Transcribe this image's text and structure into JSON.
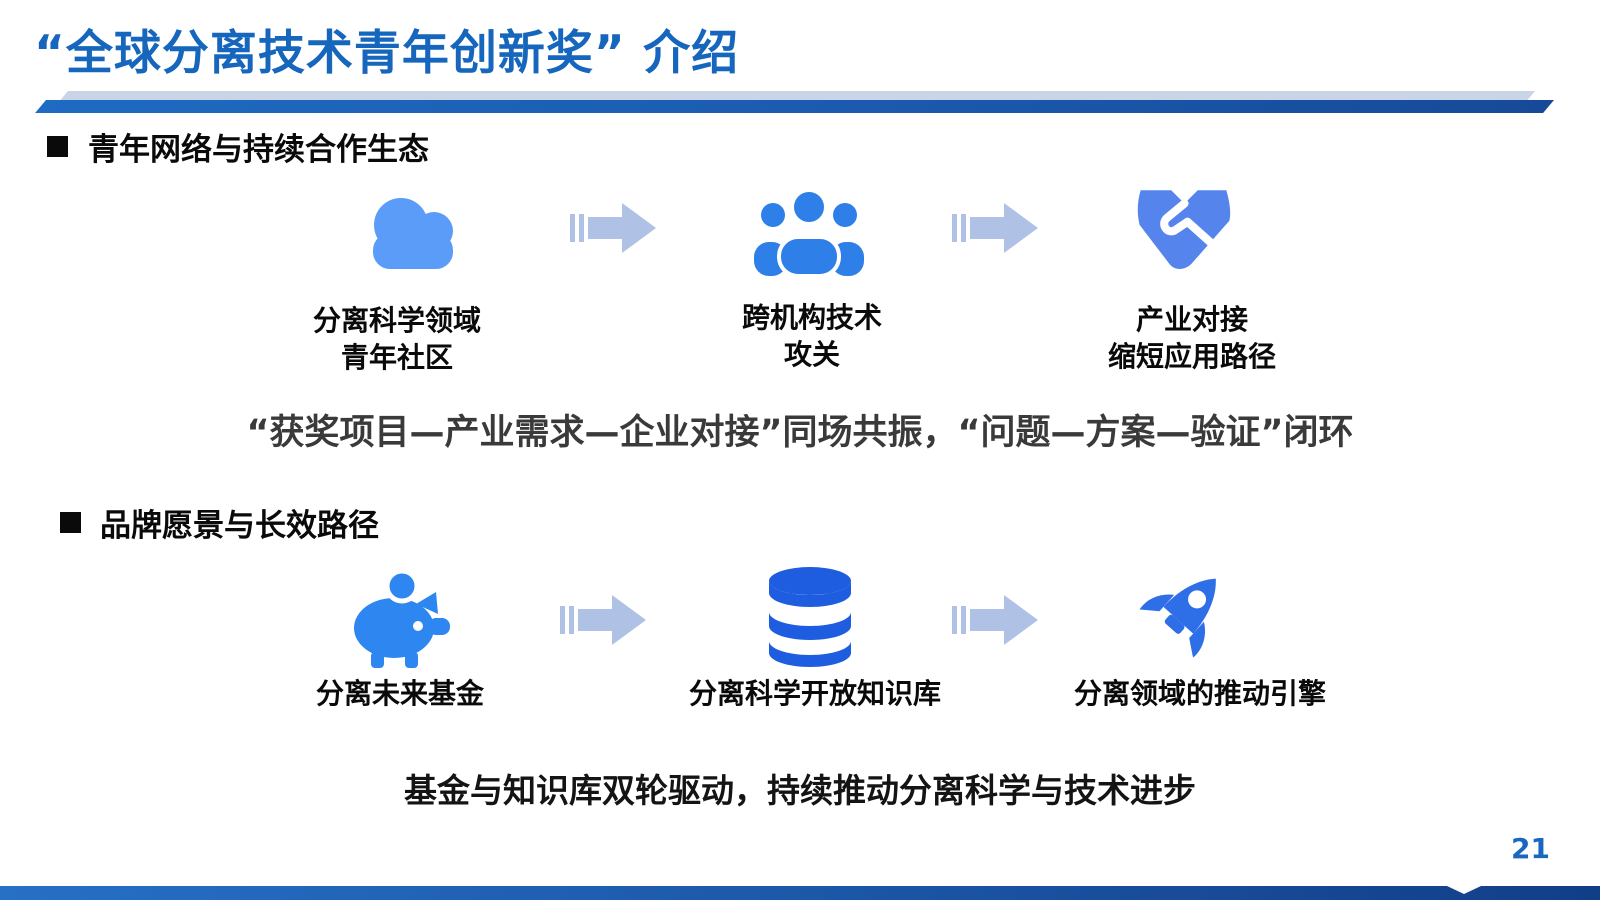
{
  "page": {
    "title": "“全球分离技术青年创新奖” 介绍",
    "page_number": "21"
  },
  "colors": {
    "title_blue": "#1566BC",
    "underline_light": "#C9D5E7",
    "underline_blue": "#1B5AAE",
    "cloud_icon_blue": "#5B9CF9",
    "people_icon_blue": "#2E7FE8",
    "handshake_icon_blue": "#5585EC",
    "piggy_icon_blue": "#2E86F0",
    "database_icon_blue": "#1E5CE0",
    "rocket_icon_blue": "#2E6FE8",
    "arrow_blue": "#AFC2E6",
    "footer_blue": "#123E88",
    "summary_text": "#3a3a3a"
  },
  "sections": [
    {
      "heading": "青年网络与持续合作生态",
      "steps": [
        {
          "icon": "cloud-icon",
          "label_lines": [
            "分离科学领域",
            "青年社区"
          ]
        },
        {
          "icon": "people-icon",
          "label_lines": [
            "跨机构技术",
            "攻关"
          ]
        },
        {
          "icon": "handshake-icon",
          "label_lines": [
            "产业对接",
            "缩短应用路径"
          ]
        }
      ],
      "summary": "“获奖项目—产业需求—企业对接”同场共振，“问题—方案—验证”闭环"
    },
    {
      "heading": "品牌愿景与长效路径",
      "steps": [
        {
          "icon": "piggy-bank-icon",
          "label_lines": [
            "分离未来基金"
          ]
        },
        {
          "icon": "database-icon",
          "label_lines": [
            "分离科学开放知识库"
          ]
        },
        {
          "icon": "rocket-icon",
          "label_lines": [
            "分离领域的推动引擎"
          ]
        }
      ],
      "summary": "基金与知识库双轮驱动，持续推动分离科学与技术进步"
    }
  ]
}
